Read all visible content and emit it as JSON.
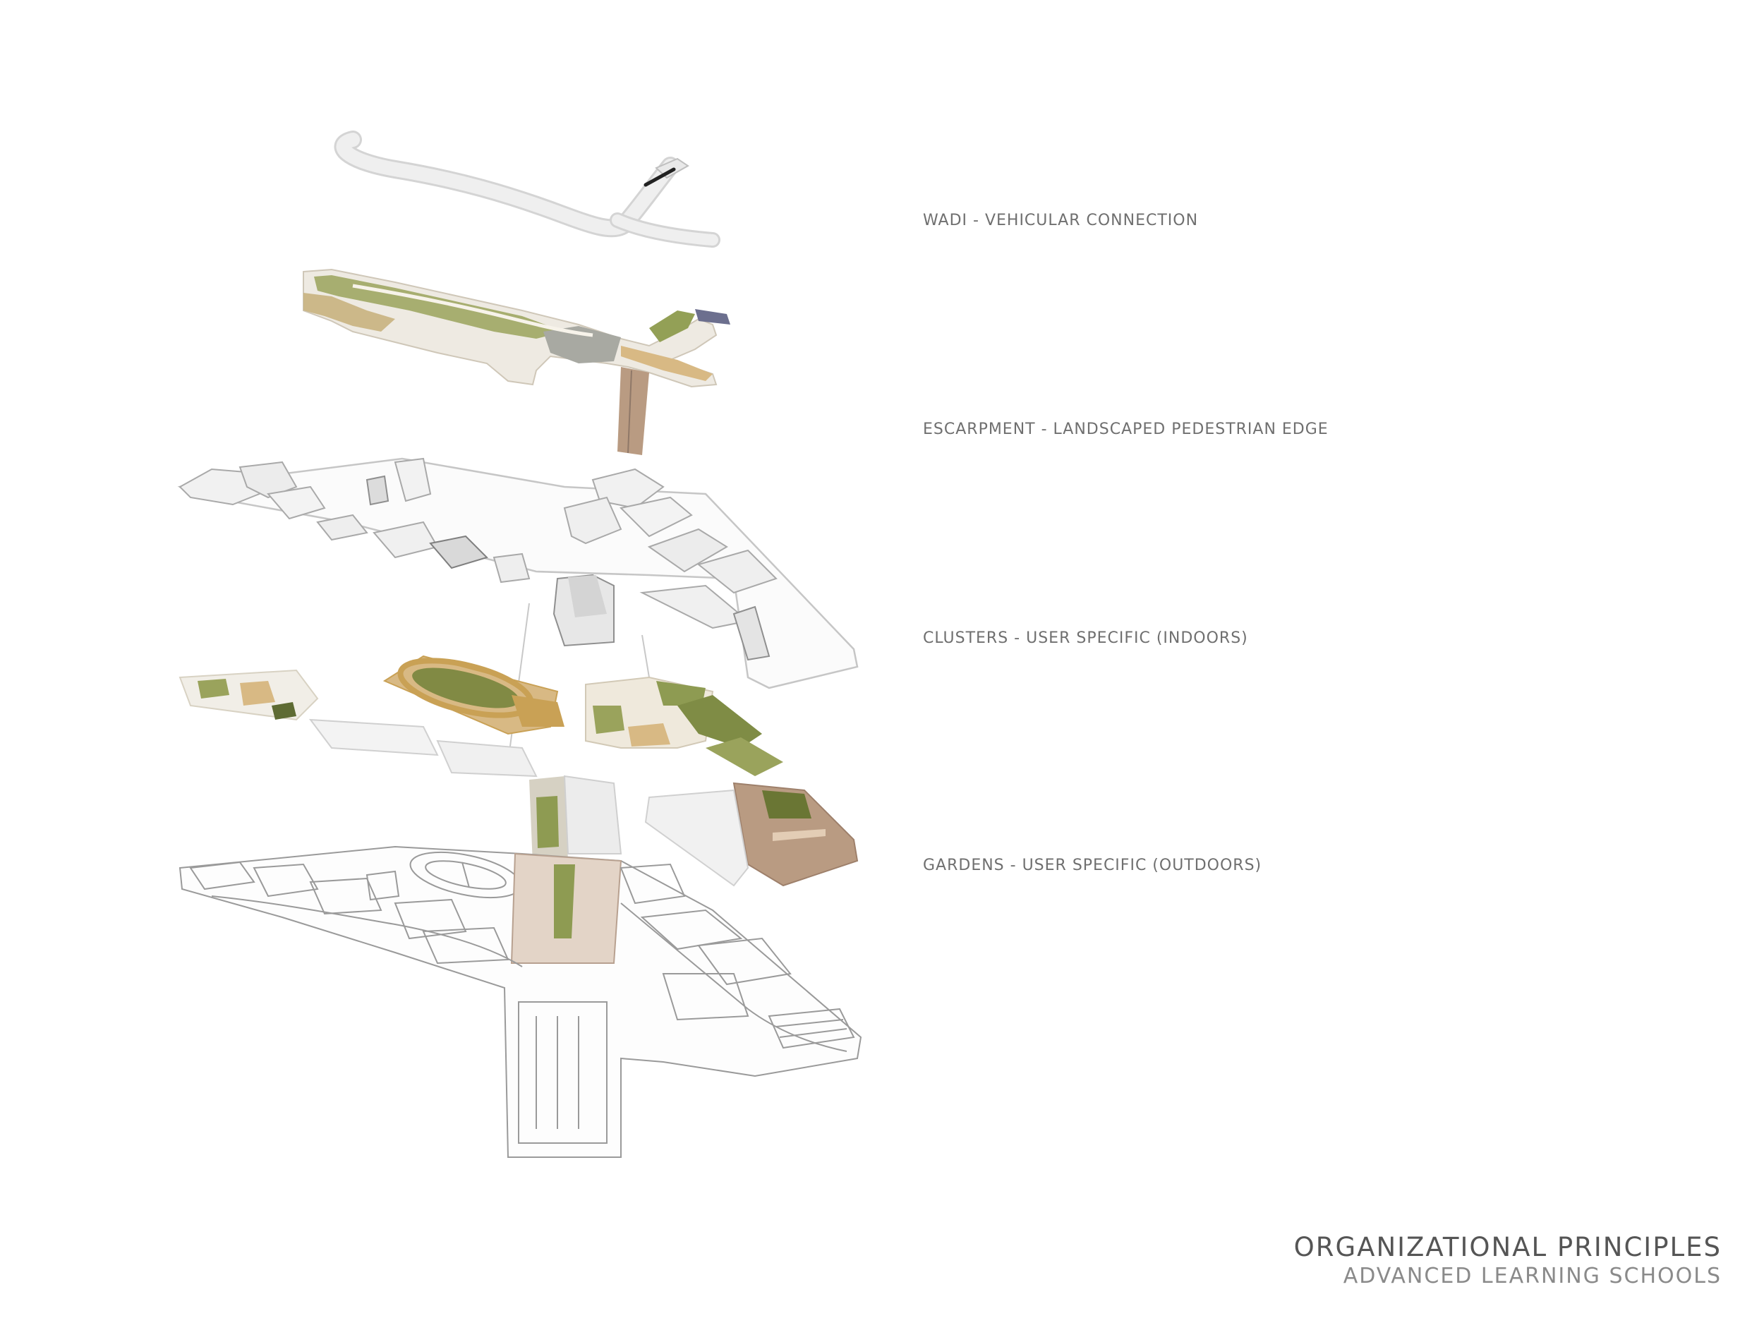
{
  "layers": {
    "wadi": "WADI - VEHICULAR CONNECTION",
    "escarpment": "ESCARPMENT - LANDSCAPED PEDESTRIAN EDGE",
    "clusters": "CLUSTERS - USER SPECIFIC (INDOORS)",
    "gardens": "GARDENS - USER SPECIFIC (OUTDOORS)"
  },
  "title": {
    "main": "ORGANIZATIONAL PRINCIPLES",
    "sub": "ADVANCED LEARNING SCHOOLS"
  },
  "colors": {
    "road": "#ececec",
    "landscape": "#9aa35c",
    "sand": "#d8b984",
    "track": "#c9a155",
    "building": "#f2f2f2",
    "outline": "#9a9a9a",
    "plaza": "#c4aa98"
  }
}
